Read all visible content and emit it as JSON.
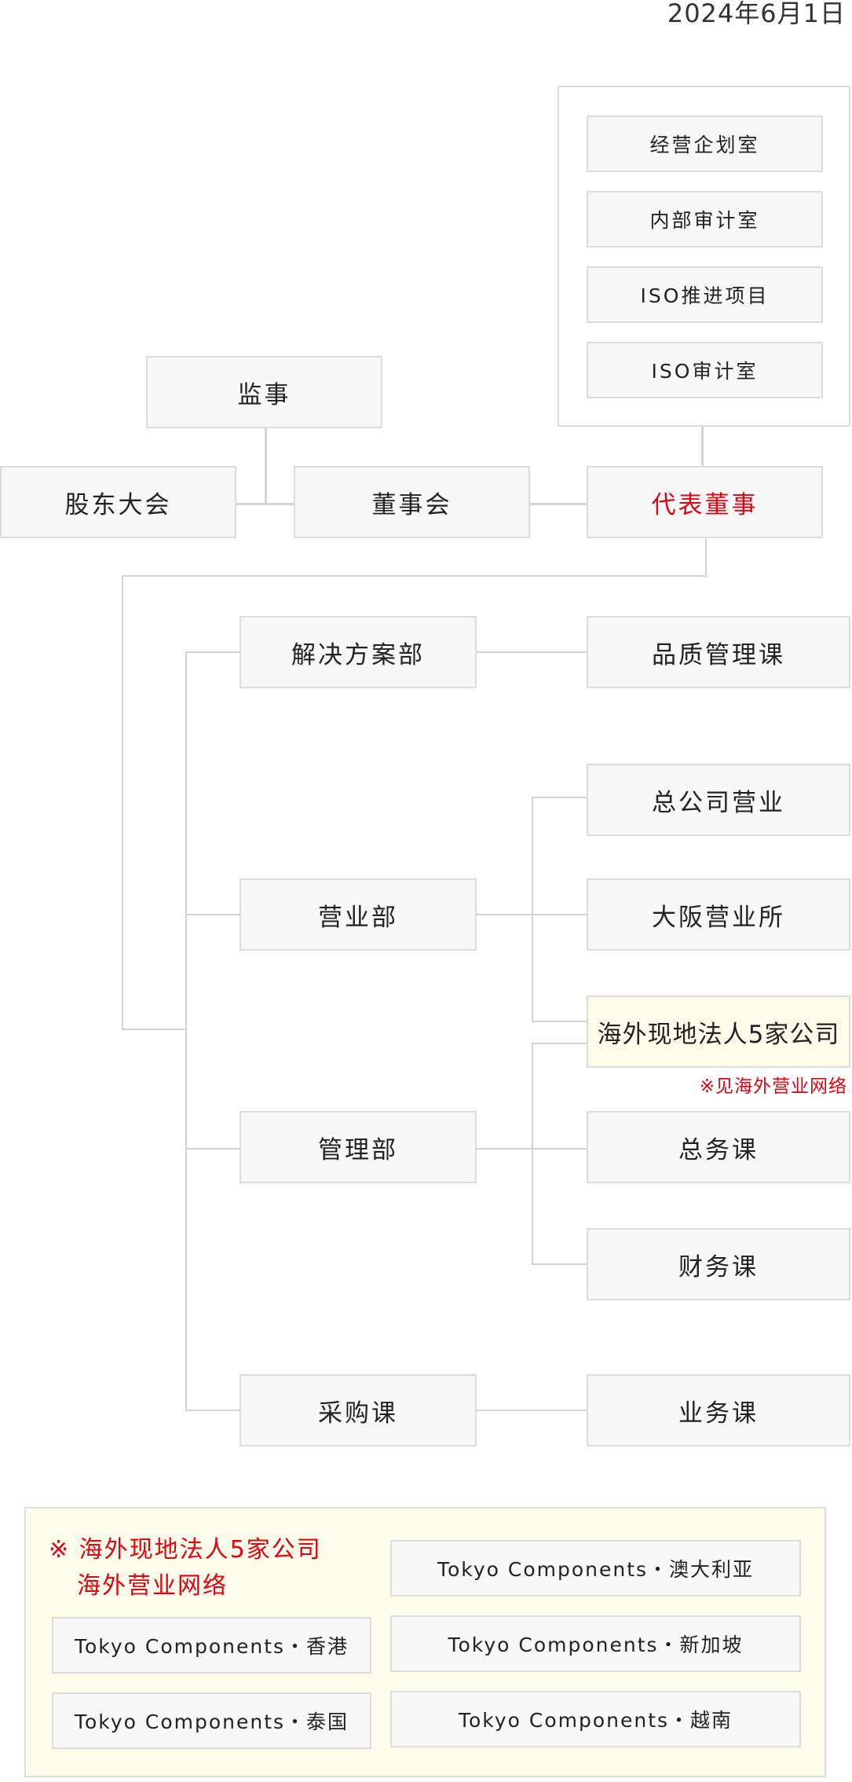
{
  "date": "2024年6月1日",
  "executive_units": [
    "经营企划室",
    "内部审计室",
    "ISO推进项目",
    "ISO审计室"
  ],
  "governance": {
    "auditor": "监事",
    "shareholders_meeting": "股东大会",
    "board": "董事会",
    "representative_director": "代表董事"
  },
  "departments": {
    "solutions": "解决方案部",
    "quality": "品质管理课",
    "sales": "营业部",
    "hq_sales": "总公司营业",
    "osaka_sales": "大阪营业所",
    "overseas": "海外现地法人5家公司",
    "overseas_note": "※见海外营业网络",
    "admin": "管理部",
    "general_affairs": "总务课",
    "finance": "财务课",
    "purchasing": "采购课",
    "operations": "业务课"
  },
  "overseas_network": {
    "title_line1": "※ 海外现地法人5家公司",
    "title_line2": "海外营业网络",
    "offices": [
      "Tokyo Components・澳大利亚",
      "Tokyo Components・香港",
      "Tokyo Components・新加坡",
      "Tokyo Components・泰国",
      "Tokyo Components・越南"
    ]
  },
  "colors": {
    "accent_red": "#e60012",
    "box_fill": "#f7f7f7",
    "box_border": "#dcdcdc",
    "highlight_fill": "#fbfcea",
    "connector": "#d3d3d3"
  }
}
